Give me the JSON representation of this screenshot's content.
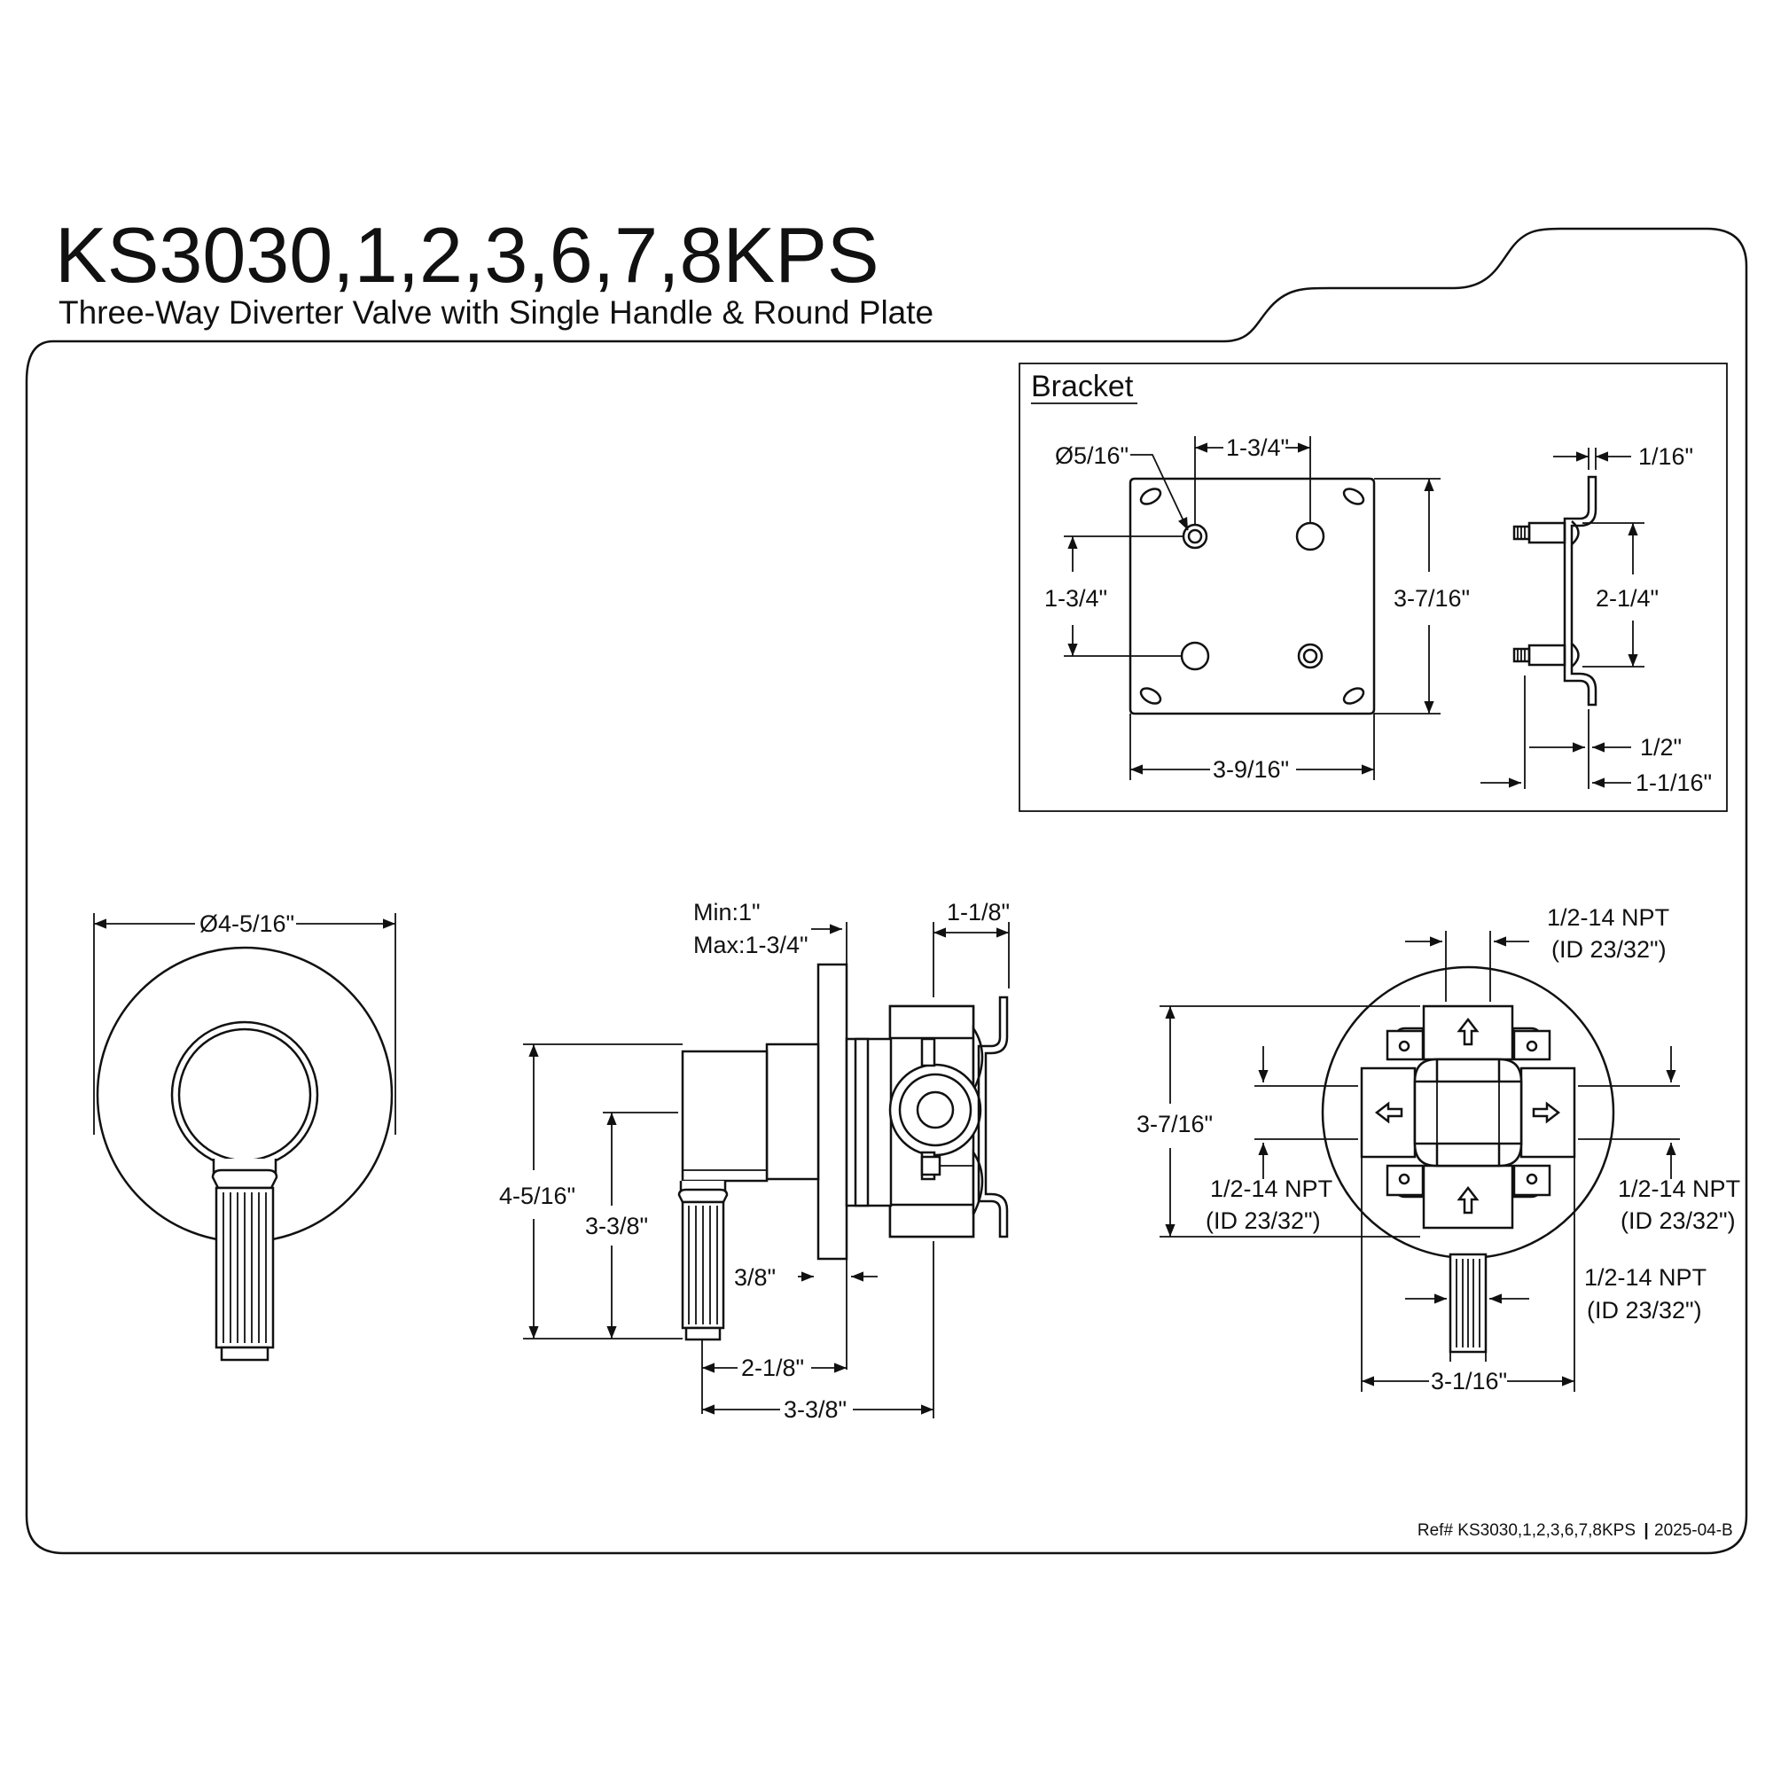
{
  "header": {
    "model": "KS3030,1,2,3,6,7,8KPS",
    "description": "Three-Way Diverter Valve with Single Handle & Round Plate"
  },
  "bracket": {
    "title": "Bracket",
    "hole_diameter": "Ø5/16\"",
    "hole_spacing_horizontal": "1-3/4\"",
    "hole_spacing_vertical": "1-3/4\"",
    "height": "3-7/16\"",
    "width": "3-9/16\"",
    "thickness": "1/16\"",
    "stud_spacing": "2-1/4\"",
    "offset": "1/2\"",
    "depth": "1-1/16\""
  },
  "front_view": {
    "plate_diameter": "Ø4-5/16\""
  },
  "side_view": {
    "wall_min": "Min:1\"",
    "wall_max": "Max:1-3/4\"",
    "body_depth": "1-1/8\"",
    "overall_height": "4-5/16\"",
    "handle_height": "3-3/8\"",
    "plate_thickness": "3/8\"",
    "handle_projection": "2-1/8\"",
    "overall_projection": "3-3/8\""
  },
  "rear_view": {
    "top_port": [
      "1/2-14 NPT",
      "(ID 23/32\")"
    ],
    "left_port": [
      "1/2-14 NPT",
      "(ID 23/32\")"
    ],
    "right_port": [
      "1/2-14 NPT",
      "(ID 23/32\")"
    ],
    "bottom_port": [
      "1/2-14 NPT",
      "(ID 23/32\")"
    ],
    "height": "3-7/16\"",
    "width": "3-1/16\""
  },
  "footer": {
    "ref": "Ref# KS3030,1,2,3,6,7,8KPS",
    "separator": "|",
    "date_code": "2025-04-B"
  }
}
